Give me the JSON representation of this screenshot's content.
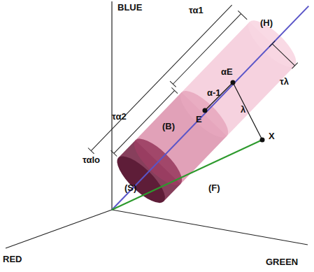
{
  "diagram": {
    "labels": [
      "BLUE",
      "RED",
      "GREEN",
      "(H)",
      "(B)",
      "(S)",
      "(F)",
      "E",
      "αE",
      "α-1",
      "λ",
      "X",
      "τα1",
      "τα2",
      "ταlo",
      "τλ"
    ]
  }
}
